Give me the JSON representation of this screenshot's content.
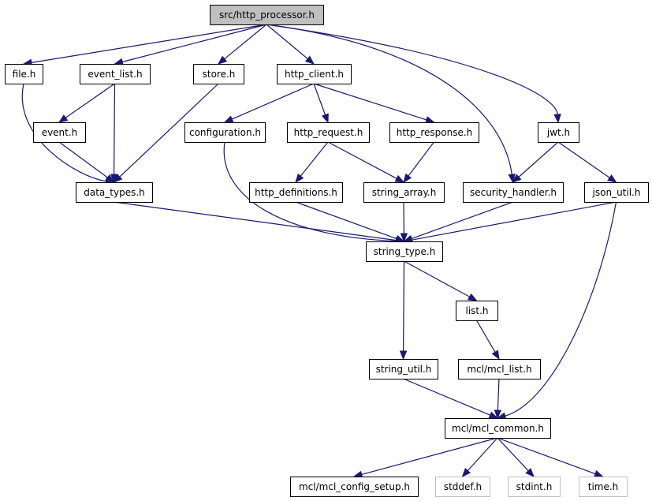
{
  "diagram": {
    "nodes": [
      {
        "id": "http_processor",
        "label": "src/http_processor.h",
        "kind": "root"
      },
      {
        "id": "file",
        "label": "file.h"
      },
      {
        "id": "event_list",
        "label": "event_list.h"
      },
      {
        "id": "store",
        "label": "store.h"
      },
      {
        "id": "http_client",
        "label": "http_client.h"
      },
      {
        "id": "jwt",
        "label": "jwt.h"
      },
      {
        "id": "event",
        "label": "event.h"
      },
      {
        "id": "configuration",
        "label": "configuration.h"
      },
      {
        "id": "http_request",
        "label": "http_request.h"
      },
      {
        "id": "http_response",
        "label": "http_response.h"
      },
      {
        "id": "data_types",
        "label": "data_types.h"
      },
      {
        "id": "http_definitions",
        "label": "http_definitions.h"
      },
      {
        "id": "string_array",
        "label": "string_array.h"
      },
      {
        "id": "security_handler",
        "label": "security_handler.h"
      },
      {
        "id": "json_util",
        "label": "json_util.h"
      },
      {
        "id": "string_type",
        "label": "string_type.h"
      },
      {
        "id": "list",
        "label": "list.h"
      },
      {
        "id": "string_util",
        "label": "string_util.h"
      },
      {
        "id": "mcl_list",
        "label": "mcl/mcl_list.h"
      },
      {
        "id": "mcl_common",
        "label": "mcl/mcl_common.h"
      },
      {
        "id": "mcl_config_setup",
        "label": "mcl/mcl_config_setup.h"
      },
      {
        "id": "stddef",
        "label": "stddef.h",
        "kind": "system"
      },
      {
        "id": "stdint",
        "label": "stdint.h",
        "kind": "system"
      },
      {
        "id": "time",
        "label": "time.h",
        "kind": "system"
      }
    ],
    "edges": [
      [
        "http_processor",
        "file"
      ],
      [
        "http_processor",
        "event_list"
      ],
      [
        "http_processor",
        "store"
      ],
      [
        "http_processor",
        "http_client"
      ],
      [
        "http_processor",
        "jwt"
      ],
      [
        "http_processor",
        "security_handler"
      ],
      [
        "file",
        "data_types"
      ],
      [
        "event_list",
        "event"
      ],
      [
        "event_list",
        "data_types"
      ],
      [
        "event",
        "data_types"
      ],
      [
        "store",
        "data_types"
      ],
      [
        "http_client",
        "configuration"
      ],
      [
        "http_client",
        "http_request"
      ],
      [
        "http_client",
        "http_response"
      ],
      [
        "configuration",
        "string_type"
      ],
      [
        "http_request",
        "http_definitions"
      ],
      [
        "http_request",
        "string_array"
      ],
      [
        "http_response",
        "string_array"
      ],
      [
        "jwt",
        "security_handler"
      ],
      [
        "jwt",
        "json_util"
      ],
      [
        "data_types",
        "string_type"
      ],
      [
        "http_definitions",
        "string_type"
      ],
      [
        "string_array",
        "string_type"
      ],
      [
        "security_handler",
        "string_type"
      ],
      [
        "json_util",
        "string_type"
      ],
      [
        "json_util",
        "mcl_common"
      ],
      [
        "string_type",
        "list"
      ],
      [
        "string_type",
        "string_util"
      ],
      [
        "list",
        "mcl_list"
      ],
      [
        "mcl_list",
        "mcl_common"
      ],
      [
        "string_util",
        "mcl_common"
      ],
      [
        "mcl_common",
        "mcl_config_setup"
      ],
      [
        "mcl_common",
        "stddef"
      ],
      [
        "mcl_common",
        "stdint"
      ],
      [
        "mcl_common",
        "time"
      ]
    ]
  }
}
